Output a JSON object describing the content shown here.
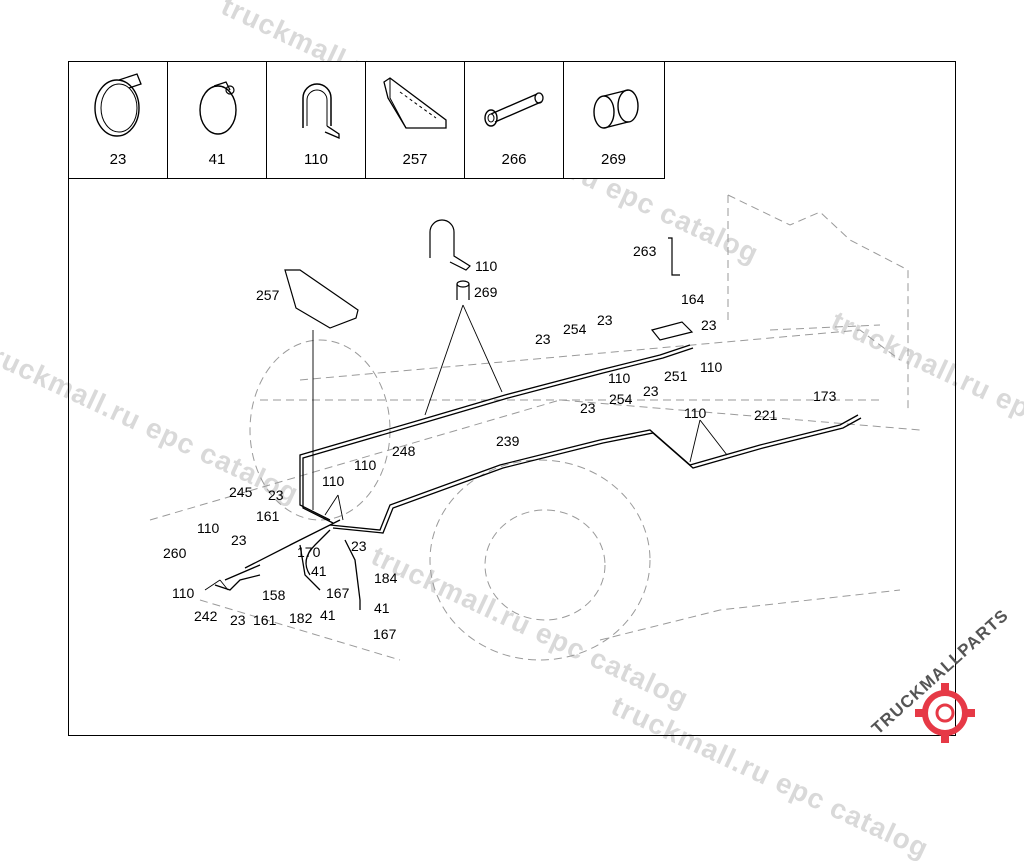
{
  "watermark_text": "truckmall.ru epc catalog",
  "logo": {
    "brand": "TRUCKMALLPARTS",
    "colors": {
      "dark": "#555555",
      "accent": "#e63946"
    }
  },
  "legend": [
    {
      "part": "23",
      "icon": "hose-clamp-icon"
    },
    {
      "part": "41",
      "icon": "spring-clamp-icon"
    },
    {
      "part": "110",
      "icon": "p-clip-icon"
    },
    {
      "part": "257",
      "icon": "bracket-icon"
    },
    {
      "part": "266",
      "icon": "sleeve-icon"
    },
    {
      "part": "269",
      "icon": "bushing-icon"
    }
  ],
  "callouts": [
    "110",
    "269",
    "257",
    "263",
    "164",
    "23",
    "254",
    "23",
    "23",
    "110",
    "251",
    "110",
    "23",
    "254",
    "23",
    "110",
    "221",
    "173",
    "239",
    "248",
    "110",
    "110",
    "23",
    "245",
    "161",
    "23",
    "110",
    "23",
    "260",
    "170",
    "41",
    "184",
    "167",
    "110",
    "242",
    "23",
    "161",
    "158",
    "182",
    "41",
    "41",
    "167"
  ]
}
